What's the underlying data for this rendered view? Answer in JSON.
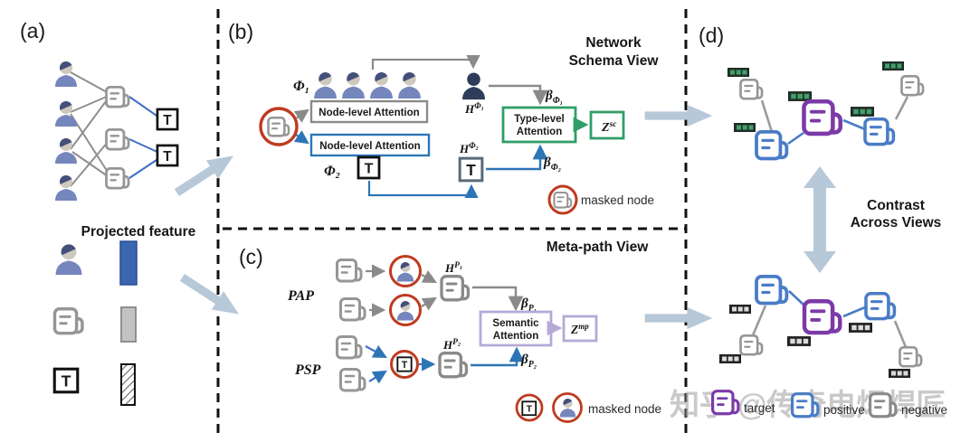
{
  "panel_a": {
    "label": "(a)",
    "projected_feature": "Projected feature"
  },
  "panel_b": {
    "label": "(b)",
    "title_line1": "Network",
    "title_line2": "Schema View",
    "node_level_attention_gray": "Node-level Attention",
    "node_level_attention_blue": "Node-level Attention",
    "type_level_attention_line1": "Type-level",
    "type_level_attention_line2": "Attention",
    "masked_node": "masked node"
  },
  "panel_c": {
    "label": "(c)",
    "title": "Meta-path View",
    "pap": "PAP",
    "psp": "PSP",
    "semantic_attention_line1": "Semantic",
    "semantic_attention_line2": "Attention",
    "masked_node": "masked node"
  },
  "panel_d": {
    "label": "(d)",
    "contrast_line1": "Contrast",
    "contrast_line2": "Across Views",
    "legend": {
      "target": "target",
      "positive": "positive",
      "negative": "negative"
    }
  },
  "math": {
    "phi1": "Φ₁",
    "phi2": "Φ₂",
    "h": "H",
    "beta": "β",
    "z": "Z",
    "sc": "sc",
    "mp": "mp",
    "p1": "P₁",
    "p2": "P₂",
    "t": "T"
  },
  "watermark": "知乎 @传奇电焊焊匠",
  "colors": {
    "blue_accent": "#2e75b6",
    "node_blue": "#4a7cc7",
    "target_purple": "#7c3aa8",
    "attention_green": "#2f9e68",
    "semantic_lavender": "#b5aad8",
    "masked_circle_red": "#bf3a1f",
    "neutral_gray": "#969696",
    "flow_arrow": "#b7c8d8",
    "embedding_green": "#43a06c"
  }
}
